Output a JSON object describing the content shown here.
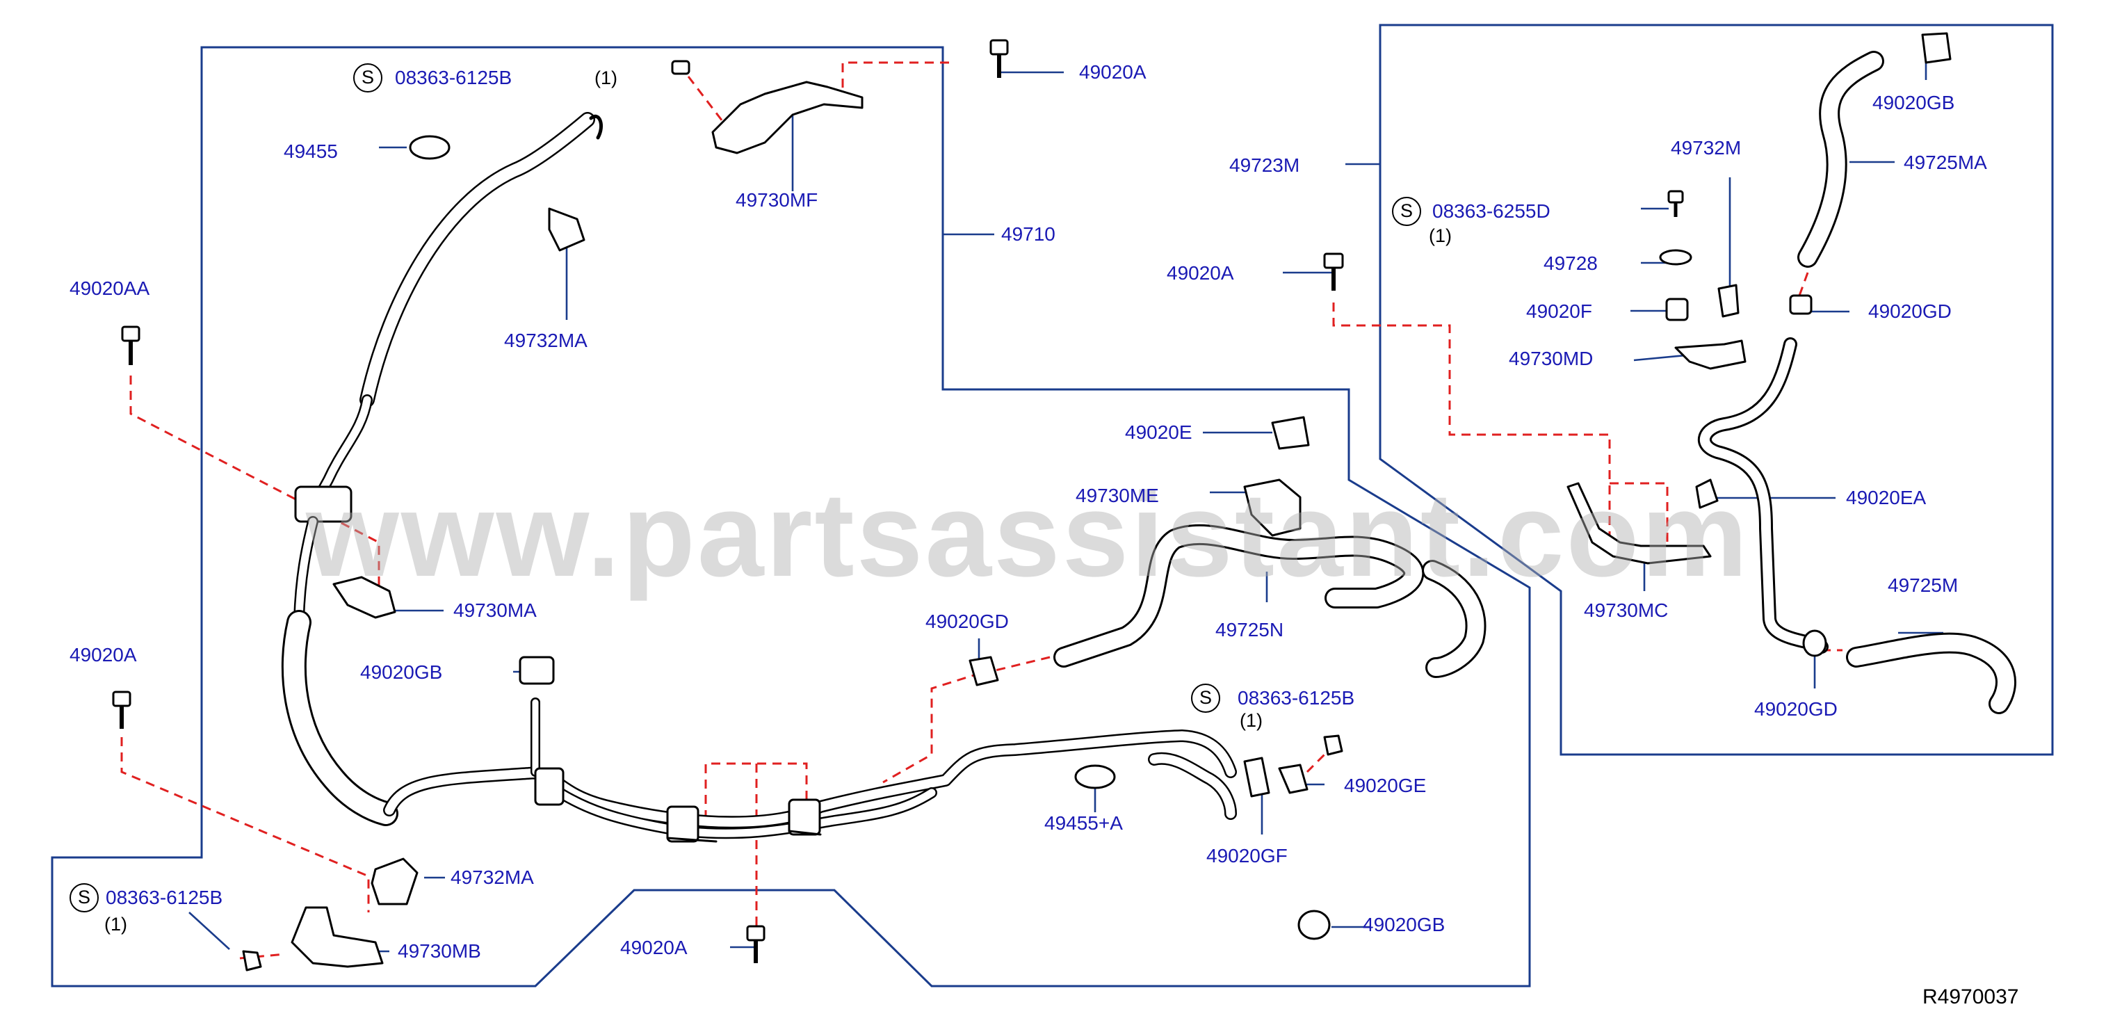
{
  "diagram": {
    "watermark": "www.partsassistant.com",
    "figure_code": "R4970037",
    "standard_symbol": "S",
    "qty_note": "(1)",
    "labels": {
      "p08363_6125b_top": "08363-6125B",
      "p49455": "49455",
      "p49730mf": "49730MF",
      "p49020a_top": "49020A",
      "p49710": "49710",
      "p49732ma_top": "49732MA",
      "p49020aa": "49020AA",
      "p49730ma": "49730MA",
      "p49020gb_left": "49020GB",
      "p49020a_left": "49020A",
      "p49732ma_bottom": "49732MA",
      "p08363_6125b_left": "08363-6125B",
      "p49730mb": "49730MB",
      "p49020a_bottom": "49020A",
      "p49020gd_mid": "49020GD",
      "p49020e": "49020E",
      "p49730me": "49730ME",
      "p49725n": "49725N",
      "p08363_6125b_right": "08363-6125B",
      "p49020ge": "49020GE",
      "p49020gf": "49020GF",
      "p49455a": "49455+A",
      "p49020gb_bottom": "49020GB",
      "p49723m": "49723M",
      "p49732m": "49732M",
      "p08363_6255d": "08363-6255D",
      "p49728": "49728",
      "p49020f": "49020F",
      "p49730md": "49730MD",
      "p49020a_right": "49020A",
      "p49020gb_right": "49020GB",
      "p49725ma": "49725MA",
      "p49020gd_right": "49020GD",
      "p49020ea": "49020EA",
      "p49730mc": "49730MC",
      "p49725m": "49725M",
      "p49020gd_bottom_right": "49020GD"
    }
  },
  "colors": {
    "label": "#1a1ab4",
    "leader": "#1a3c8c",
    "frame": "#1a3c8c",
    "dashed": "#e02020",
    "drawing": "#000000"
  }
}
